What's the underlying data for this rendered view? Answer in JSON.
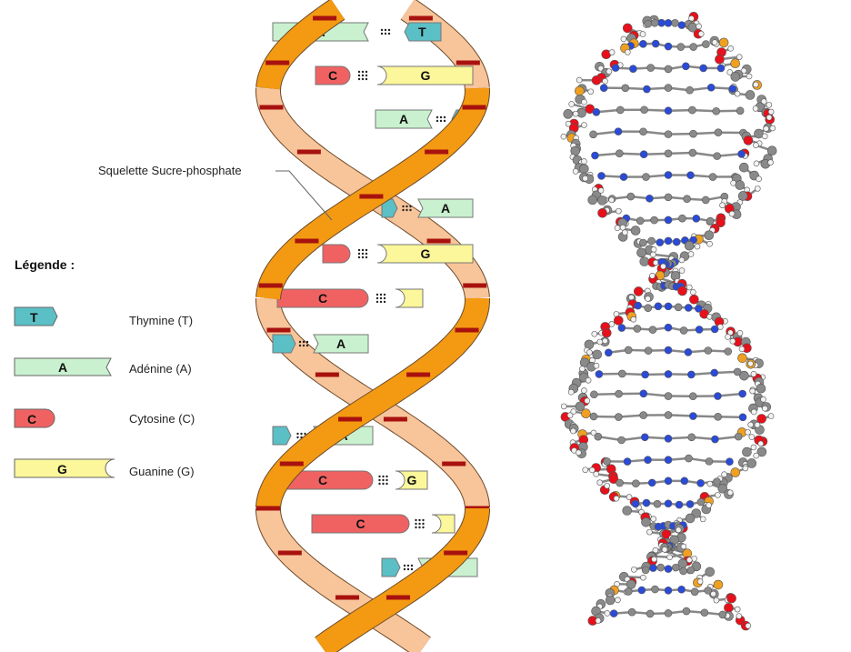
{
  "backbone_label": "Squelette Sucre-phosphate",
  "legend": {
    "title": "Légende :",
    "items": [
      {
        "letter": "T",
        "name": "Thymine (T)"
      },
      {
        "letter": "A",
        "name": "Adénine (A)"
      },
      {
        "letter": "C",
        "name": "Cytosine (C)"
      },
      {
        "letter": "G",
        "name": "Guanine (G)"
      }
    ]
  },
  "base_pairs": [
    {
      "left": "A",
      "right": "T"
    },
    {
      "left": "C",
      "right": "G"
    },
    {
      "left": "A",
      "right": "T"
    },
    {
      "left": "T",
      "right": "A"
    },
    {
      "left": "C",
      "right": "G"
    },
    {
      "left": "C",
      "right": "G"
    },
    {
      "left": "T",
      "right": "A"
    },
    {
      "left": "T",
      "right": "A"
    },
    {
      "left": "C",
      "right": "G"
    },
    {
      "left": "C",
      "right": "G"
    },
    {
      "left": "T",
      "right": "A"
    }
  ],
  "colors": {
    "T": "#5bbfc6",
    "A": "#c9f1cf",
    "C": "#f06262",
    "G": "#fbf79a",
    "strand_back": "#f8c49a",
    "strand_front": "#f39a12",
    "phosphate_mark": "#a8120e",
    "atom_oxygen": "#e8101a",
    "atom_carbon": "#8a8a8a",
    "atom_nitrogen": "#2a4ad8",
    "atom_phosphorus": "#f0a020",
    "atom_hydrogen": "#f2f2f2"
  }
}
